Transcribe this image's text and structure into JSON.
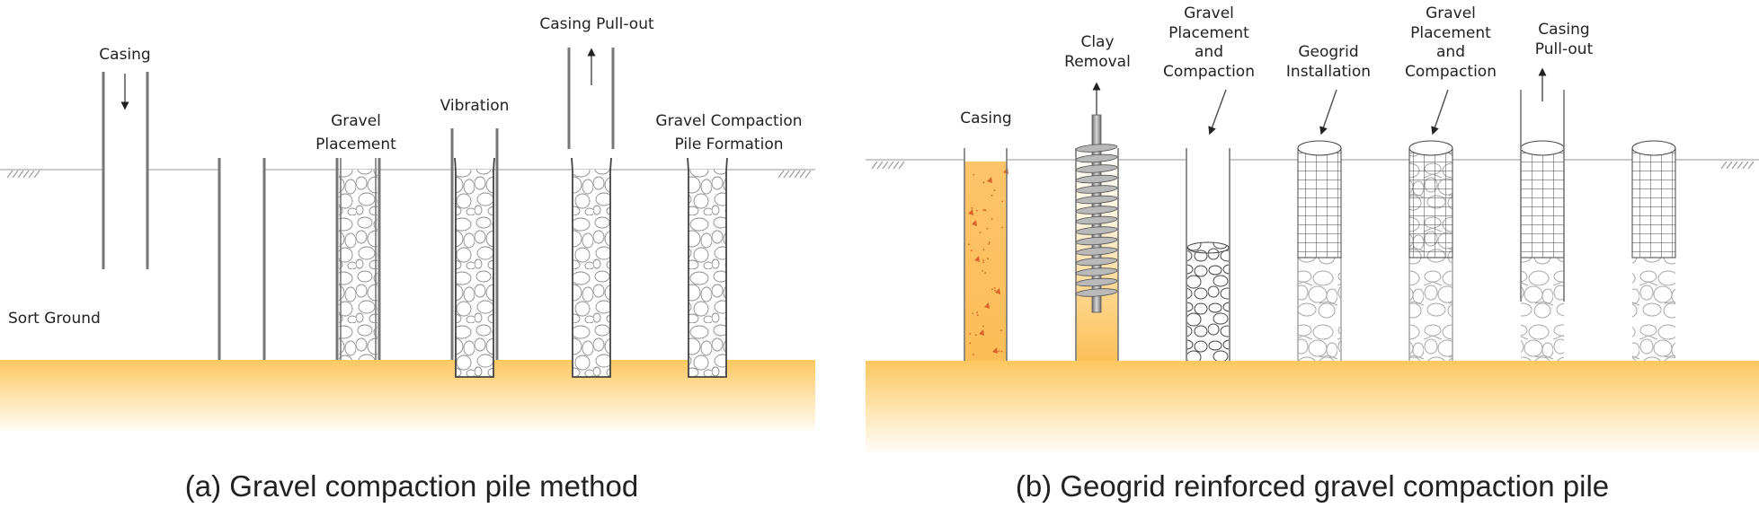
{
  "panel_a": {
    "labels": {
      "casing": "Casing",
      "gravel_placement": [
        "Gravel",
        "Placement"
      ],
      "vibration": "Vibration",
      "casing_pullout": "Casing Pull-out",
      "pile_formation": [
        "Gravel Compaction",
        "Pile Formation"
      ],
      "soft_ground": "Sort Ground"
    },
    "caption": "(a) Gravel compaction pile method"
  },
  "panel_b": {
    "labels": {
      "casing": "Casing",
      "clay_removal": [
        "Clay",
        "Removal"
      ],
      "gravel_placement_1": [
        "Gravel",
        "Placement",
        "and",
        "Compaction"
      ],
      "geogrid_installation": [
        "Geogrid",
        "Installation"
      ],
      "gravel_placement_2": [
        "Gravel",
        "Placement",
        "and",
        "Compaction"
      ],
      "casing_pullout": [
        "Casing",
        "Pull-out"
      ]
    },
    "caption": "(b) Geogrid reinforced gravel compaction pile"
  },
  "colors": {
    "sand": "#fdc75f",
    "sand_fade": "#fffaf0",
    "clay_dots": "#d9652a",
    "line": "#777777"
  }
}
